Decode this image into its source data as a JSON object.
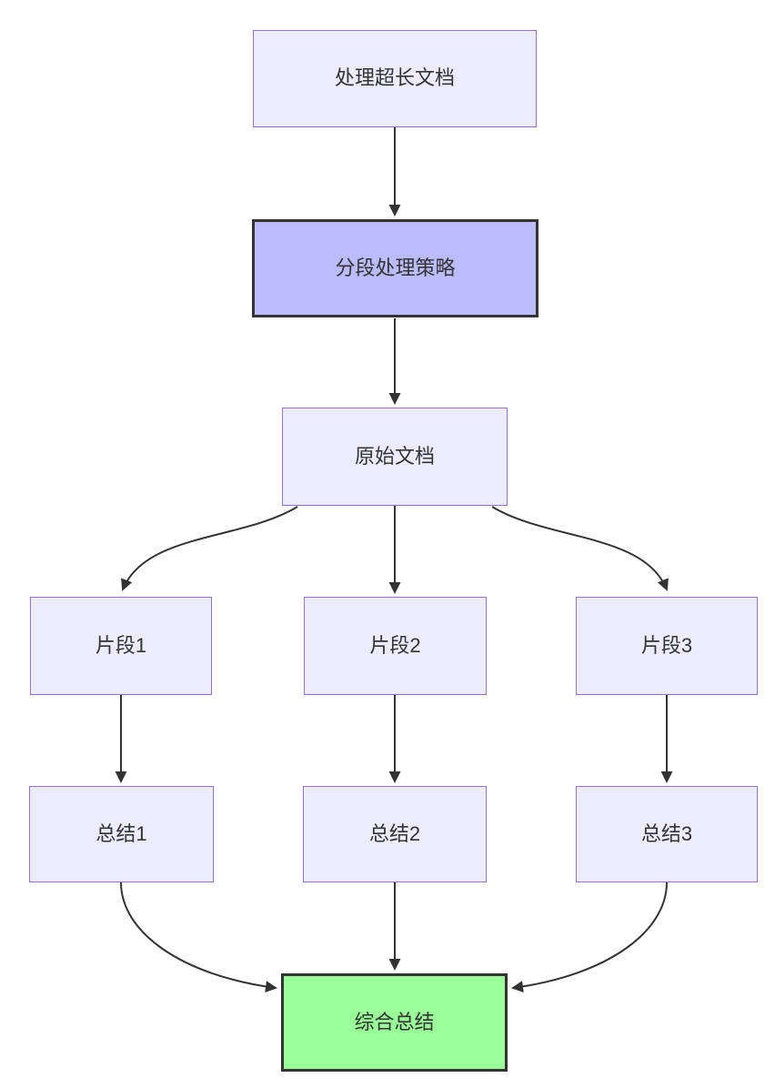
{
  "diagram": {
    "type": "flowchart",
    "direction": "top-down",
    "background": "#FFFFFF",
    "nodes": [
      {
        "id": "A",
        "label": "处理超长文档",
        "style": "default",
        "fill": "#ECECFF",
        "border": "#9370DB"
      },
      {
        "id": "B",
        "label": "分段处理策略",
        "style": "emphasized",
        "fill": "#BBBBFF",
        "border": "#333333"
      },
      {
        "id": "C",
        "label": "原始文档",
        "style": "default",
        "fill": "#ECECFF",
        "border": "#9370DB"
      },
      {
        "id": "D1",
        "label": "片段1",
        "style": "default",
        "fill": "#ECECFF",
        "border": "#9370DB"
      },
      {
        "id": "D2",
        "label": "片段2",
        "style": "default",
        "fill": "#ECECFF",
        "border": "#9370DB"
      },
      {
        "id": "D3",
        "label": "片段3",
        "style": "default",
        "fill": "#ECECFF",
        "border": "#9370DB"
      },
      {
        "id": "E1",
        "label": "总结1",
        "style": "default",
        "fill": "#ECECFF",
        "border": "#9370DB"
      },
      {
        "id": "E2",
        "label": "总结2",
        "style": "default",
        "fill": "#ECECFF",
        "border": "#9370DB"
      },
      {
        "id": "E3",
        "label": "总结3",
        "style": "default",
        "fill": "#ECECFF",
        "border": "#9370DB"
      },
      {
        "id": "F",
        "label": "综合总结",
        "style": "result",
        "fill": "#99FF99",
        "border": "#333333"
      }
    ],
    "edges": [
      {
        "from": "A",
        "to": "B"
      },
      {
        "from": "B",
        "to": "C"
      },
      {
        "from": "C",
        "to": "D1"
      },
      {
        "from": "C",
        "to": "D2"
      },
      {
        "from": "C",
        "to": "D3"
      },
      {
        "from": "D1",
        "to": "E1"
      },
      {
        "from": "D2",
        "to": "E2"
      },
      {
        "from": "D3",
        "to": "E3"
      },
      {
        "from": "E1",
        "to": "F"
      },
      {
        "from": "E2",
        "to": "F"
      },
      {
        "from": "E3",
        "to": "F"
      }
    ],
    "colors": {
      "node_fill": "#ECECFF",
      "node_border": "#9370DB",
      "emphasized_fill": "#BBBBFF",
      "result_fill": "#99FF99",
      "edge_stroke": "#333333",
      "text": "#333333"
    }
  }
}
